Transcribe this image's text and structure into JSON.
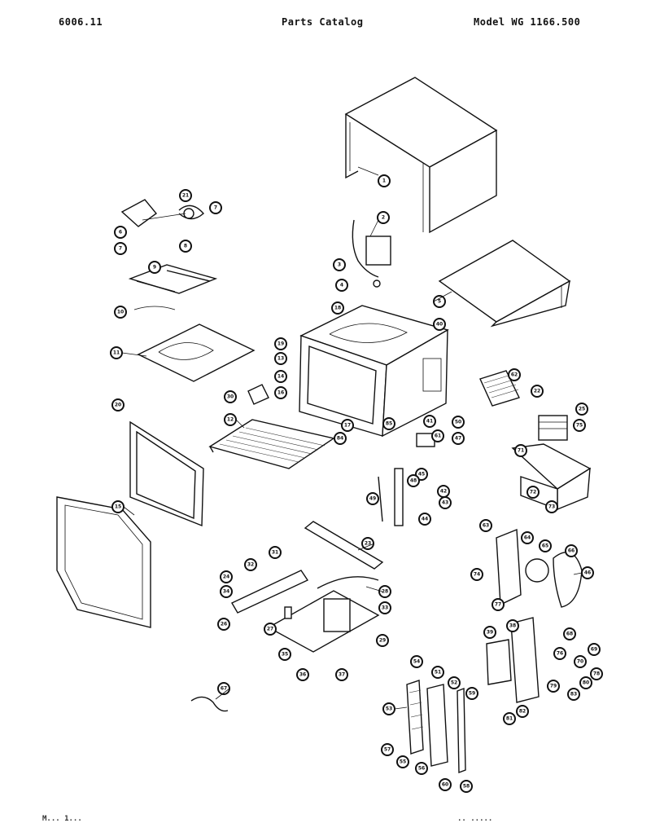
{
  "header": {
    "left": "6006.11",
    "center": "Parts Catalog",
    "right": "Model WG 1166.500"
  },
  "footer": {
    "left": "M...  1...",
    "right": "..  ....."
  }
}
